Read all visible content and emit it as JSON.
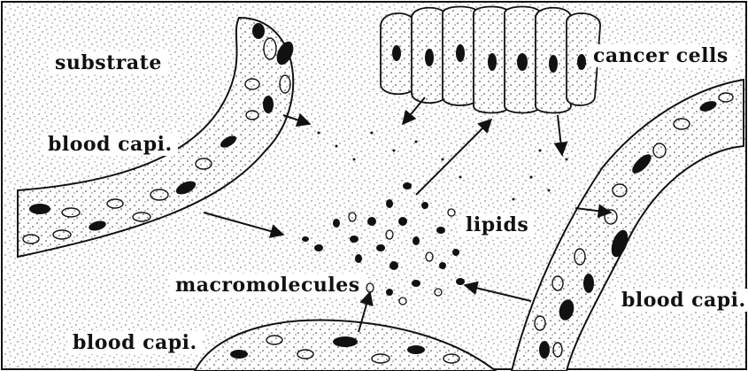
{
  "labels": {
    "substrate": "substrate",
    "blood_capi_top_left": "blood capi.",
    "cancer_cells": "cancer cells",
    "lipids": "lipids",
    "macromolecules": "macromolecules",
    "blood_capi_bottom_left": "blood capi.",
    "blood_capi_right": "blood capi."
  },
  "colors": {
    "ink": "#111111",
    "background": "#ffffff",
    "stipple": "#555555"
  }
}
